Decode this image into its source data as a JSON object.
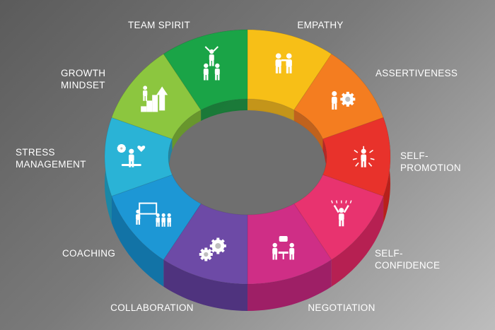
{
  "segments": [
    {
      "key": "empathy",
      "label": "EMPATHY",
      "color": "#f7bf17",
      "side": "#cc9810",
      "icon": "empathy-people-icon"
    },
    {
      "key": "assertiveness",
      "label": "ASSERTIVENESS",
      "color": "#f47d20",
      "side": "#c75e12",
      "icon": "person-pushing-gear-icon"
    },
    {
      "key": "self-promotion",
      "label": "SELF-\nPROMOTION",
      "color": "#e8322b",
      "side": "#b8201b",
      "icon": "person-attention-arrows-icon"
    },
    {
      "key": "self-confidence",
      "label": "SELF-\nCONFIDENCE",
      "color": "#e8336f",
      "side": "#b62052",
      "icon": "person-raised-arms-icon"
    },
    {
      "key": "negotiation",
      "label": "NEGOTIATION",
      "color": "#cf2e86",
      "side": "#9e1f66",
      "icon": "people-at-table-icon"
    },
    {
      "key": "collaboration",
      "label": "COLLABORATION",
      "color": "#6d4aa6",
      "side": "#4f337e",
      "icon": "gears-icon"
    },
    {
      "key": "coaching",
      "label": "COACHING",
      "color": "#1d97d5",
      "side": "#1273a6",
      "icon": "presentation-audience-icon"
    },
    {
      "key": "stress-management",
      "label": "STRESS\nMANAGEMENT",
      "color": "#2ab3d6",
      "side": "#1a87a6",
      "icon": "meditation-heart-icon"
    },
    {
      "key": "growth-mindset",
      "label": "GROWTH\nMINDSET",
      "color": "#8cc63f",
      "side": "#679a26",
      "icon": "stairs-arrow-icon"
    },
    {
      "key": "team-spirit",
      "label": "TEAM SPIRIT",
      "color": "#1aa447",
      "side": "#117a32",
      "icon": "team-pyramid-icon"
    }
  ]
}
